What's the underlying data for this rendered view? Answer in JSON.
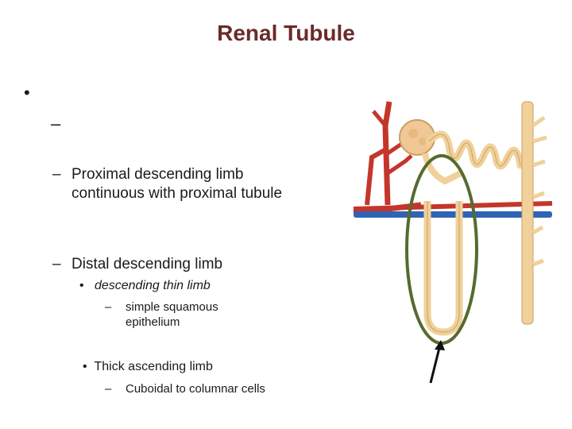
{
  "slide": {
    "title": "Renal Tubule",
    "bullets": [
      {
        "marker": "•",
        "text": "",
        "subitems": [
          {
            "marker": "–",
            "text": ""
          },
          {
            "marker": "–",
            "text": "Proximal descending limb continuous with proximal tubule"
          },
          {
            "marker": "–",
            "text": "Distal descending limb",
            "subitems": [
              {
                "marker": "•",
                "text": "descending thin limb",
                "style": "italic",
                "subitems": [
                  {
                    "marker": "–",
                    "text": "simple squamous epithelium"
                  }
                ]
              },
              {
                "marker": "•",
                "text": "Thick ascending limb",
                "subitems": [
                  {
                    "marker": "–",
                    "text": "Cuboidal to columnar cells"
                  }
                ]
              }
            ]
          }
        ]
      }
    ]
  },
  "diagram": {
    "colors": {
      "tubule": "#f1d19a",
      "tubule_outline": "#c9a064",
      "artery": "#c4362b",
      "vein": "#2f63b5",
      "highlight": "#556b2f",
      "arrow": "#111111"
    },
    "icons": [
      "kidney-tubule-illustration",
      "highlight-ellipse",
      "pointer-arrow"
    ]
  }
}
